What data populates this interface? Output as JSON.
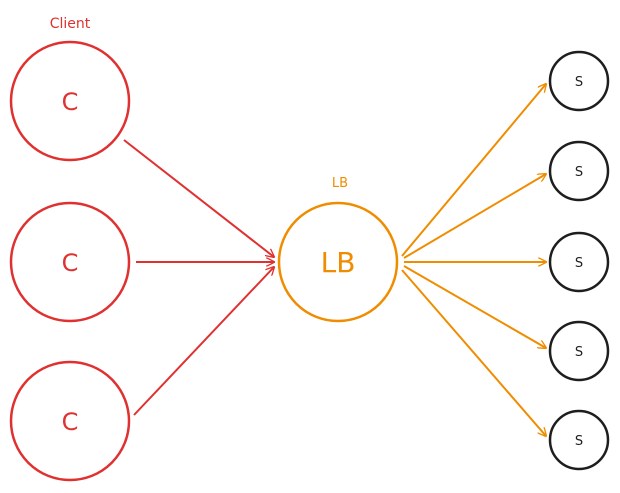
{
  "colors": {
    "client": "#e03131",
    "lb": "#f08c00",
    "server": "#1e1e1e",
    "background": "#ffffff"
  },
  "labels": {
    "client_group": "Client",
    "lb_group": "LB"
  },
  "clients": [
    {
      "label": "C"
    },
    {
      "label": "C"
    },
    {
      "label": "C"
    }
  ],
  "load_balancer": {
    "label": "LB"
  },
  "servers": [
    {
      "label": "S"
    },
    {
      "label": "S"
    },
    {
      "label": "S"
    },
    {
      "label": "S"
    },
    {
      "label": "S"
    }
  ]
}
